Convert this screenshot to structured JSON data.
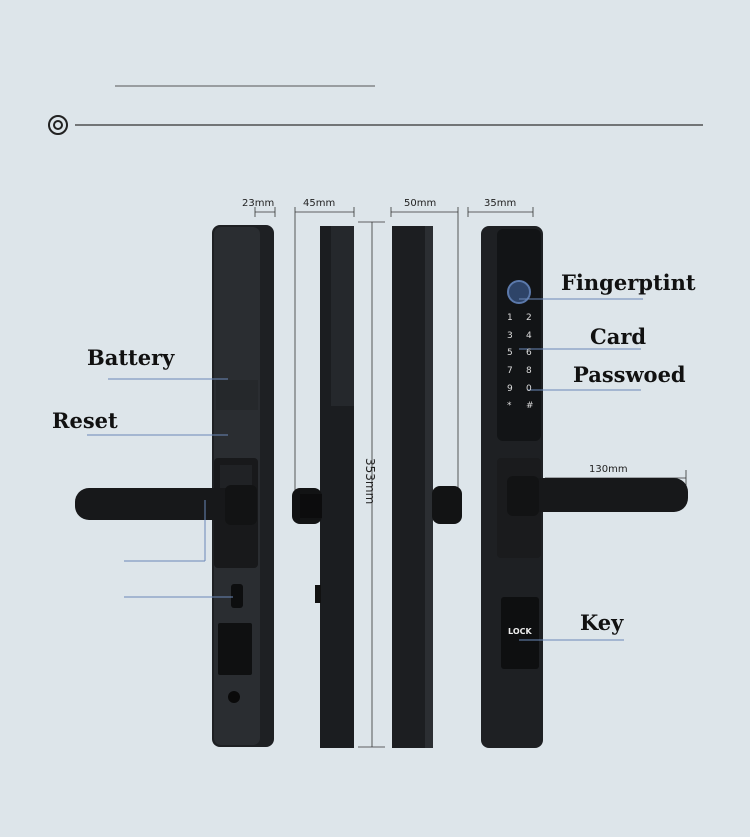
{
  "labels": {
    "battery": "Battery",
    "reset": "Reset",
    "fingerprint": "Fingerptint",
    "card": "Card",
    "password": "Passwoed",
    "key": "Key"
  },
  "dimensions": {
    "width_front": "23mm",
    "width_side": "45mm",
    "width_side2": "50mm",
    "width_back": "35mm",
    "height": "353mm",
    "handle": "130mm"
  },
  "keypad": [
    "1",
    "2",
    "3",
    "4",
    "5",
    "6",
    "7",
    "8",
    "9",
    "0",
    "*",
    "#"
  ],
  "lock_label": "LOCK",
  "colors": {
    "background": "#dde5ea",
    "lock_body": "#1f2124",
    "callout_line": "#6a88b8"
  }
}
